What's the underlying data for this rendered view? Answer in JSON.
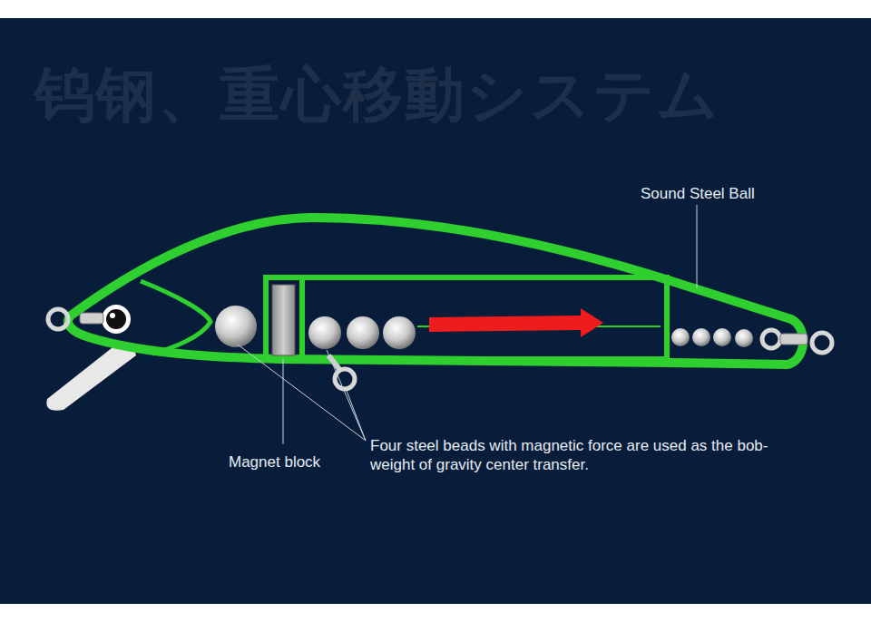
{
  "diagram": {
    "title": "钨钢、重心移動システム",
    "labels": [
      "Sound Steel Ball",
      "Magnet block",
      "Four steel beads with magnetic force are used as the bob-weight of gravity center transfer."
    ]
  }
}
